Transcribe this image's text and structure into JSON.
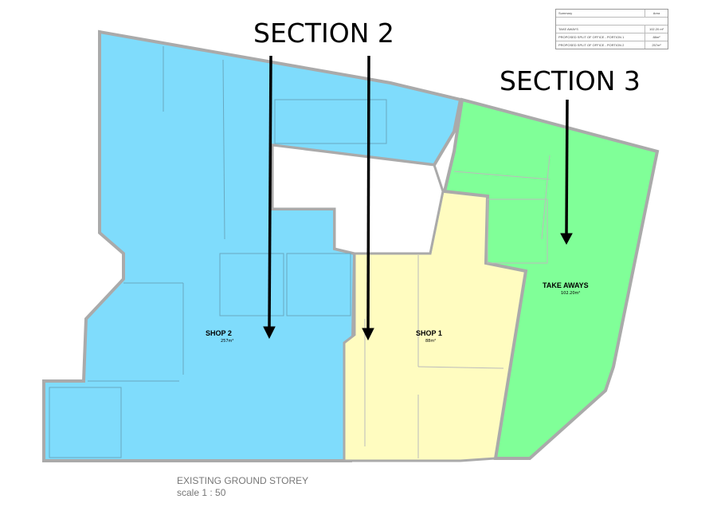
{
  "sections": [
    {
      "label": "SECTION 2"
    },
    {
      "label": "SECTION 3"
    }
  ],
  "rooms": [
    {
      "name": "SHOP 2",
      "area": "257m²",
      "color": "#7fdcfc"
    },
    {
      "name": "SHOP 1",
      "area": "88m²",
      "color": "#fffcc0"
    },
    {
      "name": "TAKE AWAYS",
      "area": "102.20m²",
      "color": "#80ff98"
    }
  ],
  "summary": {
    "header": {
      "item": "Summary",
      "area": "Area"
    },
    "rows": [
      {
        "item": "TAKE AWAYS",
        "area": "102.20 m²"
      },
      {
        "item": "PROPOSED SPLIT OF OFFICE - PORTION 1",
        "area": "88m²"
      },
      {
        "item": "PROPOSED SPLIT OF OFFICE - PORTION 2",
        "area": "257m²"
      }
    ]
  },
  "footer": {
    "title": "EXISTING GROUND STOREY",
    "scale": "scale 1 : 50"
  }
}
